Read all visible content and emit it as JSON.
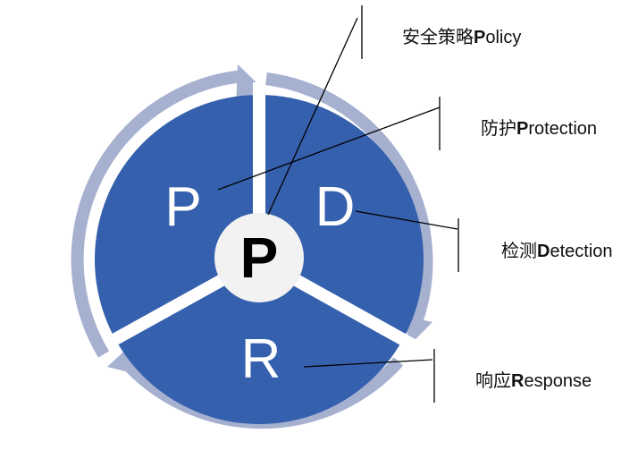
{
  "model": {
    "sectors": [
      {
        "letter": "P"
      },
      {
        "letter": "D"
      },
      {
        "letter": "R"
      }
    ],
    "center_letter": "P"
  },
  "labels": [
    {
      "zh": "安全策略",
      "key": "P",
      "rest": "olicy"
    },
    {
      "zh": "防护",
      "key": "P",
      "rest": "rotection"
    },
    {
      "zh": "检测",
      "key": "D",
      "rest": "etection"
    },
    {
      "zh": "响应",
      "key": "R",
      "rest": "esponse"
    }
  ],
  "colors": {
    "sector_fill": "#3560ae",
    "ring_arrow": "#a6b0cf",
    "separator": "#ffffff",
    "hub": "#f2f2f2",
    "leader_line": "#000000"
  }
}
